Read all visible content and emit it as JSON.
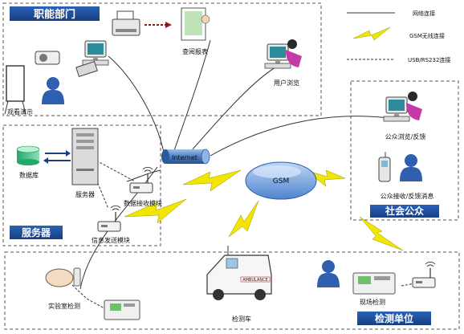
{
  "groups": {
    "functional_dept": "职能部门",
    "service": "服务器",
    "public": "社会公众",
    "testing_unit": "检测单位"
  },
  "legend": {
    "network": "网络连接",
    "gsm": "GSM无线连接",
    "usb": "USB/RS232连接"
  },
  "nodes": {
    "view_report": "查阅报表",
    "user_browse": "用户浏览",
    "watch_demo": "观看演示",
    "database": "数据库",
    "server": "服务器",
    "data_rx": "数据接收模块",
    "info_tx": "信息发送模块",
    "internet": "Internet",
    "gsm": "GSM",
    "public_browse": "公众浏览/反馈",
    "public_msg": "公众接收/反馈消息",
    "lab_test": "实验室检测",
    "test_vehicle": "检测车",
    "field_test": "现场检测",
    "ambulance_text": "AMBULANCE"
  },
  "colors": {
    "title_box": "#1f4fa0",
    "person": "#2f5fae",
    "lightning": "#f2e600",
    "cloud": "#5a8fd6",
    "frame": "#555555"
  }
}
